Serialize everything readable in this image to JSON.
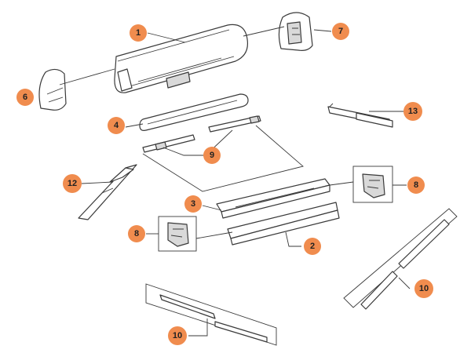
{
  "diagram": {
    "callouts": [
      {
        "id": "c1",
        "label": "1"
      },
      {
        "id": "c2",
        "label": "2"
      },
      {
        "id": "c3",
        "label": "3"
      },
      {
        "id": "c4",
        "label": "4"
      },
      {
        "id": "c6",
        "label": "6"
      },
      {
        "id": "c7",
        "label": "7"
      },
      {
        "id": "c8a",
        "label": "8"
      },
      {
        "id": "c8b",
        "label": "8"
      },
      {
        "id": "c9",
        "label": "9"
      },
      {
        "id": "c10a",
        "label": "10"
      },
      {
        "id": "c10b",
        "label": "10"
      },
      {
        "id": "c12",
        "label": "12"
      },
      {
        "id": "c13",
        "label": "13"
      }
    ],
    "colors": {
      "callout": "#f08c4e",
      "line": "#3a3a3a",
      "fill_shade": "#d9d9d9"
    }
  }
}
